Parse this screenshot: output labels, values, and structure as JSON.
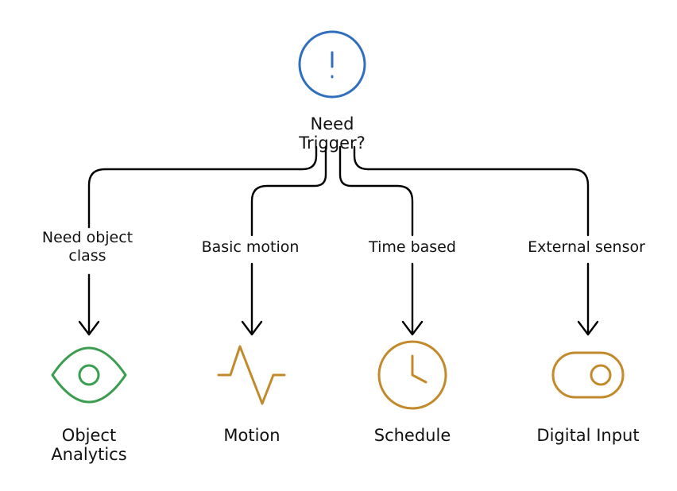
{
  "root": {
    "label_lines": [
      "Need",
      "Trigger?"
    ],
    "icon": "alert-circle-icon",
    "color": "#2f6fbd"
  },
  "branches": [
    {
      "edge_label_lines": [
        "Need object",
        "class"
      ],
      "node_label_lines": [
        "Object",
        "Analytics"
      ],
      "icon": "eye-icon",
      "color": "#3a9d4f"
    },
    {
      "edge_label_lines": [
        "Basic motion"
      ],
      "node_label_lines": [
        "Motion"
      ],
      "icon": "pulse-icon",
      "color": "#c38a2c"
    },
    {
      "edge_label_lines": [
        "Time based"
      ],
      "node_label_lines": [
        "Schedule"
      ],
      "icon": "clock-icon",
      "color": "#c38a2c"
    },
    {
      "edge_label_lines": [
        "External sensor"
      ],
      "node_label_lines": [
        "Digital Input"
      ],
      "icon": "toggle-icon",
      "color": "#c38a2c"
    }
  ]
}
